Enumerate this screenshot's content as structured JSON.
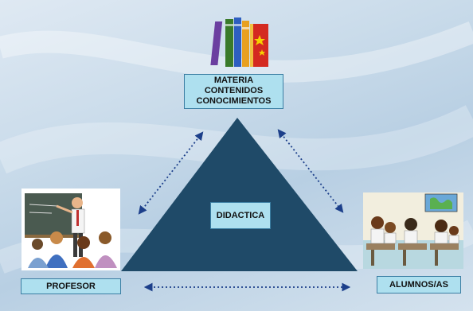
{
  "diagram": {
    "top_node": {
      "lines": [
        "MATERIA",
        "CONTENIDOS",
        "CONOCIMIENTOS"
      ],
      "icon": "books-icon"
    },
    "center_node": {
      "label": "DIDACTICA"
    },
    "left_node": {
      "label": "PROFESOR",
      "icon": "teacher-at-blackboard-illustration"
    },
    "right_node": {
      "label": "ALUMNOS/AS",
      "icon": "students-in-classroom-illustration"
    },
    "edges": [
      {
        "from": "top_node",
        "to": "left_node",
        "style": "dotted-double-arrow"
      },
      {
        "from": "top_node",
        "to": "right_node",
        "style": "dotted-double-arrow"
      },
      {
        "from": "left_node",
        "to": "right_node",
        "style": "dotted-double-arrow"
      }
    ],
    "colors": {
      "triangle": "#1f4a68",
      "label_fill": "#aee0ef",
      "label_border": "#3b7ea3",
      "arrow": "#1c3f8a",
      "background": "#c9dbea"
    }
  }
}
